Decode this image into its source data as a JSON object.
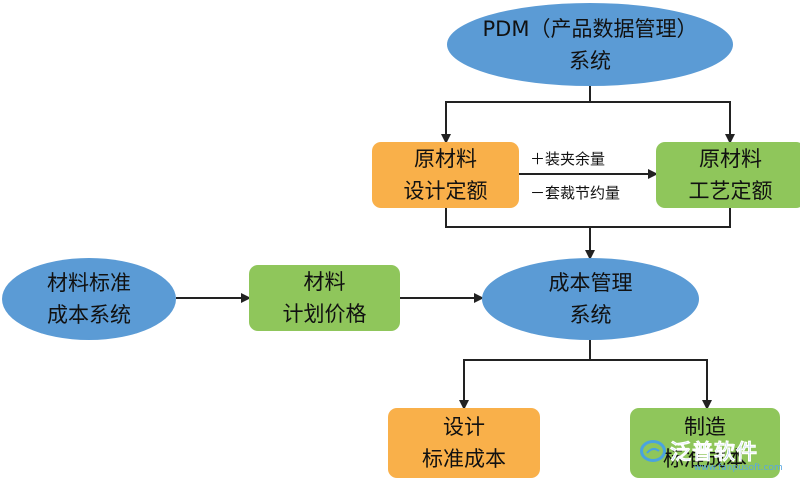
{
  "nodes": {
    "pdm_system": {
      "lines": [
        "PDM（产品数据管理）",
        "系统"
      ]
    },
    "raw_design_quota": {
      "lines": [
        "原材料",
        "设计定额"
      ]
    },
    "raw_process_quota": {
      "lines": [
        "原材料",
        "工艺定额"
      ]
    },
    "material_std_cost_system": {
      "lines": [
        "材料标准",
        "成本系统"
      ]
    },
    "material_plan_price": {
      "lines": [
        "材料",
        "计划价格"
      ]
    },
    "cost_mgmt_system": {
      "lines": [
        "成本管理",
        "系统"
      ]
    },
    "design_std_cost": {
      "lines": [
        "设计",
        "标准成本"
      ]
    },
    "mfg_std_cost": {
      "lines": [
        "制造",
        "标准成本"
      ]
    }
  },
  "edge_labels": {
    "plus_clamping_allowance": "＋装夹余量",
    "minus_nesting_saving": "－套裁节约量"
  },
  "watermark": {
    "text": "泛普软件",
    "url": "www.fanpusoft.com",
    "icon": "fanpu-logo-icon"
  },
  "colors": {
    "ellipse_fill": "#5b9bd5",
    "orange_fill": "#f9b04a",
    "green_fill": "#8fc65b",
    "line": "#222222"
  }
}
